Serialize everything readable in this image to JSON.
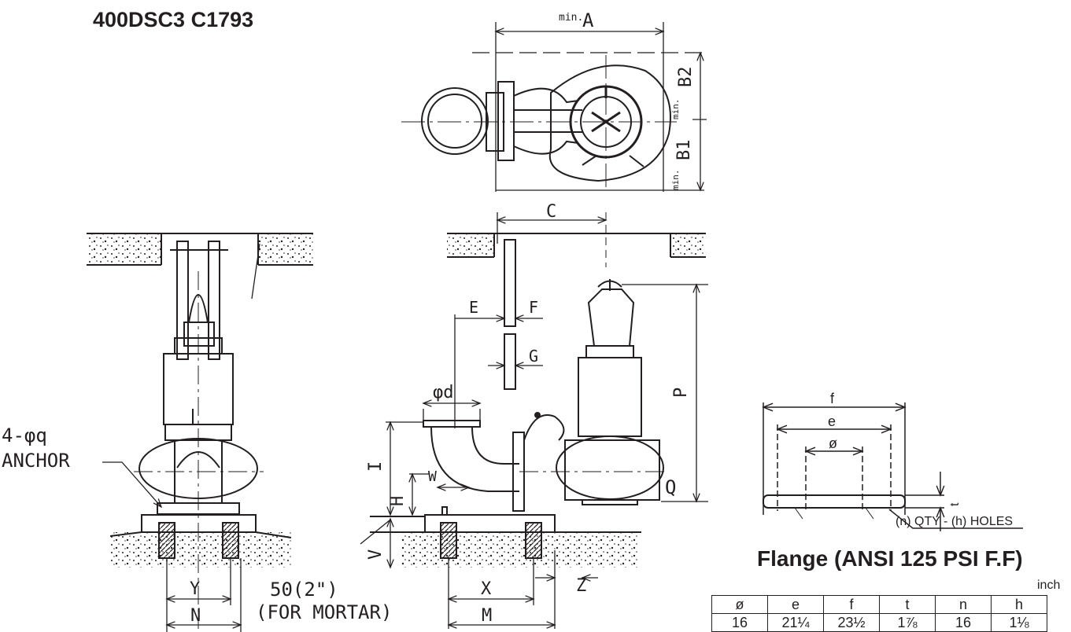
{
  "model": "400DSC3 C1793",
  "labels": {
    "minA": "min.",
    "A": "A",
    "B2": "B2",
    "B1": "B1",
    "minB": "min.",
    "C": "C",
    "E": "E",
    "F": "F",
    "G": "G",
    "phi_d": "φd",
    "P": "P",
    "I": "I",
    "H": "H",
    "W": "W",
    "Q": "Q",
    "V": "V",
    "X": "X",
    "Z": "Z",
    "M": "M",
    "Y": "Y",
    "N": "N",
    "anchor_qty": "4-φq",
    "anchor": "ANCHOR",
    "mortar_dim": "50(2\")",
    "mortar_note": "(FOR MORTAR)",
    "flange_f": "f",
    "flange_e": "e",
    "flange_phi": "ø",
    "flange_t": "t",
    "holes_note": "(n) QTY - (h) HOLES"
  },
  "flange_table": {
    "title": "Flange (ANSI 125 PSI F.F)",
    "unit": "inch",
    "headers": [
      "ø",
      "e",
      "f",
      "t",
      "n",
      "h"
    ],
    "row": [
      "16",
      "21¼",
      "23½",
      "1⅞",
      "16",
      "1⅛"
    ]
  },
  "colors": {
    "ink": "#231f20",
    "background": "#ffffff"
  }
}
